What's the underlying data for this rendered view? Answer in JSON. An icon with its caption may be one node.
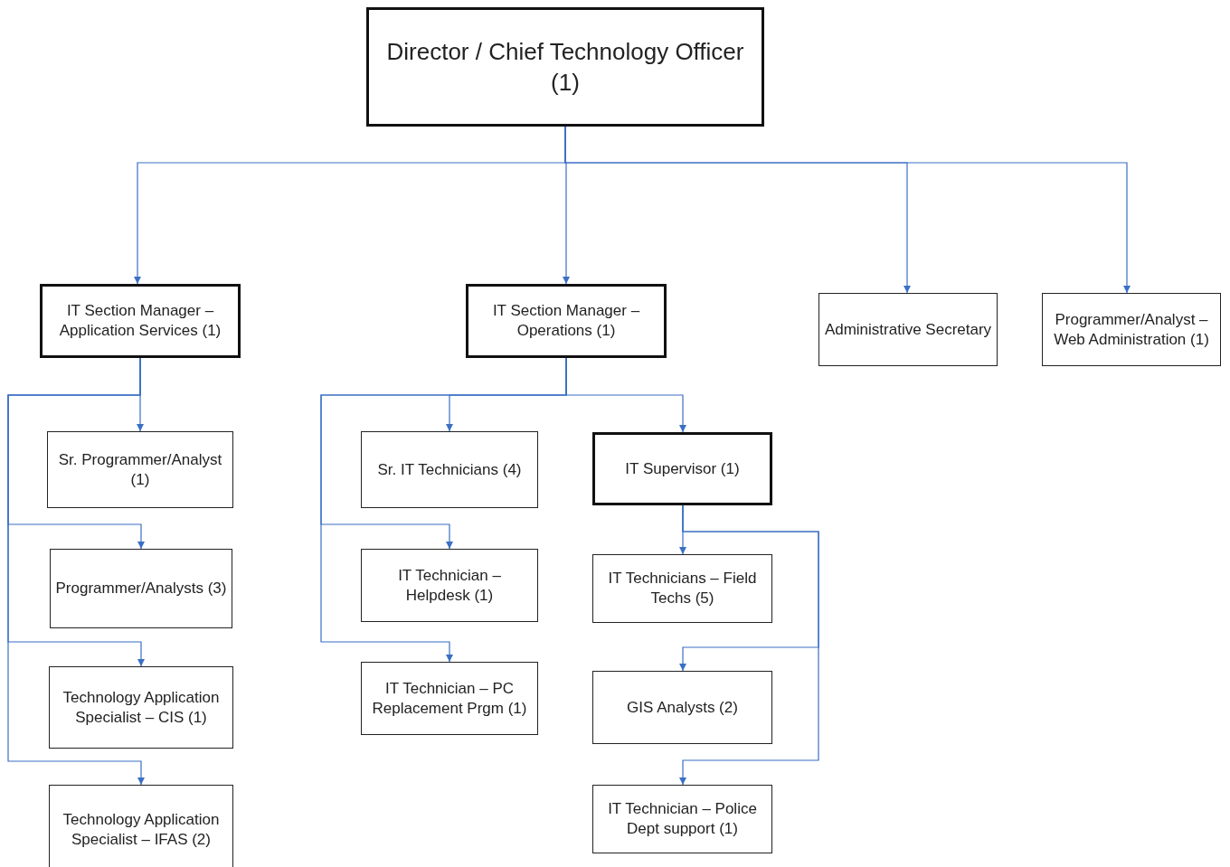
{
  "diagram": {
    "nodes": [
      {
        "text": [
          "Director / Chief Technology Officer (1)"
        ]
      },
      {
        "text": [
          "IT Section Manager – Application Services (1)"
        ]
      },
      {
        "text": [
          "IT Section Manager – Operations (1)"
        ]
      },
      {
        "text": [
          "Administrative Secretary"
        ]
      },
      {
        "text": [
          "Programmer/Analyst – Web Administration (1)"
        ]
      },
      {
        "text": [
          "Sr. Programmer/Analyst (1)"
        ]
      },
      {
        "text": [
          "Programmer/Analysts (3)"
        ]
      },
      {
        "text": [
          "Technology Application Specialist – CIS (1)"
        ]
      },
      {
        "text": [
          "Technology Application Specialist – IFAS (2)"
        ]
      },
      {
        "text": [
          "Sr. IT Technicians (4)"
        ]
      },
      {
        "text": [
          "IT Technician – Helpdesk (1)"
        ]
      },
      {
        "text": [
          "IT Technician – PC Replacement Prgm (1)"
        ]
      },
      {
        "text": [
          "IT Supervisor (1)"
        ]
      },
      {
        "text": [
          "IT Technicians – Field Techs (5)"
        ]
      },
      {
        "text": [
          "GIS Analysts (2)"
        ]
      },
      {
        "text": [
          "IT Technician – Police Dept support (1)"
        ]
      }
    ],
    "edges": [
      {
        "from": 0,
        "to": 1,
        "arrow": "to"
      },
      {
        "from": 0,
        "to": 2,
        "arrow": "to"
      },
      {
        "from": 0,
        "to": 3,
        "arrow": "to"
      },
      {
        "from": 0,
        "to": 4,
        "arrow": "to"
      },
      {
        "from": 1,
        "to": 5,
        "arrow": "to"
      },
      {
        "from": 1,
        "to": 6,
        "arrow": "to"
      },
      {
        "from": 1,
        "to": 7,
        "arrow": "to"
      },
      {
        "from": 1,
        "to": 8,
        "arrow": "to"
      },
      {
        "from": 2,
        "to": 9,
        "arrow": "to"
      },
      {
        "from": 2,
        "to": 10,
        "arrow": "to"
      },
      {
        "from": 2,
        "to": 11,
        "arrow": "to"
      },
      {
        "from": 2,
        "to": 12,
        "arrow": "to"
      },
      {
        "from": 12,
        "to": 13,
        "arrow": "to"
      },
      {
        "from": 12,
        "to": 14,
        "arrow": "to"
      },
      {
        "from": 12,
        "to": 15,
        "arrow": "to"
      }
    ]
  }
}
